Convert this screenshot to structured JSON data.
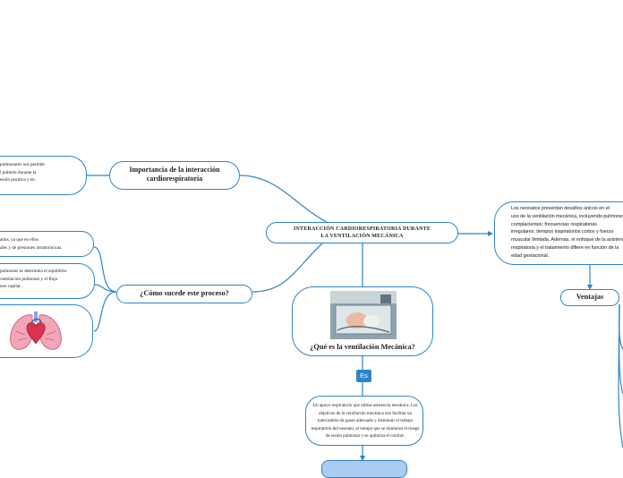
{
  "central": {
    "title": "INTERACCIÓN CARDIORESPIRATORIA DURANTE\nLA VENTILACIÓN MECÁNICA"
  },
  "importancia": {
    "title": "Importancia de la interacción\ncardiorespiratoria",
    "detail": "pulmonares nos permite\nl pulmón durante la\nesión positiva y en"
  },
  "como": {
    "title": "¿Cómo sucede este proceso?",
    "detail_1": "ados, ya que en ellos\nales y de presiones intratorácicas.",
    "detail_2": "pulmones se determina el equilibrio\n ventilación pulmonar y el flujo\nneo capilar."
  },
  "que_es": {
    "title": "¿Qué es la ventilación Mecánica?",
    "connector": "Es",
    "definition": "Un apoyo respiratorio que utiliza asistencia mecánica. Los\nobjetivos de la ventilación mecánica son facilitar un\nintercambio de gases adecuado y disminuir el trabajo\nrespiratorio del neonato, al tiempo que se minimiza el riesgo\nde lesión pulmonar y se optimiza el confort."
  },
  "neonatos": {
    "text": "Los neonatos presentan desafíos únicos en el\nuso de la ventilación mecánica, incluyendo pulmones\ncomplacientes; frecuencias respiratorias\nirregulares; tiempos inspiratorios cortos y fuerza\nmuscular limitada. Además, el enfoque de la asistencia\nrespiratoria y el tratamiento difiere en función de la\nedad gestacional."
  },
  "ventajas": {
    "title": "Ventajas"
  },
  "colors": {
    "border": "#2f84c7",
    "connector_fill": "#2f84c7",
    "bottom_fill": "#a9ccef"
  }
}
